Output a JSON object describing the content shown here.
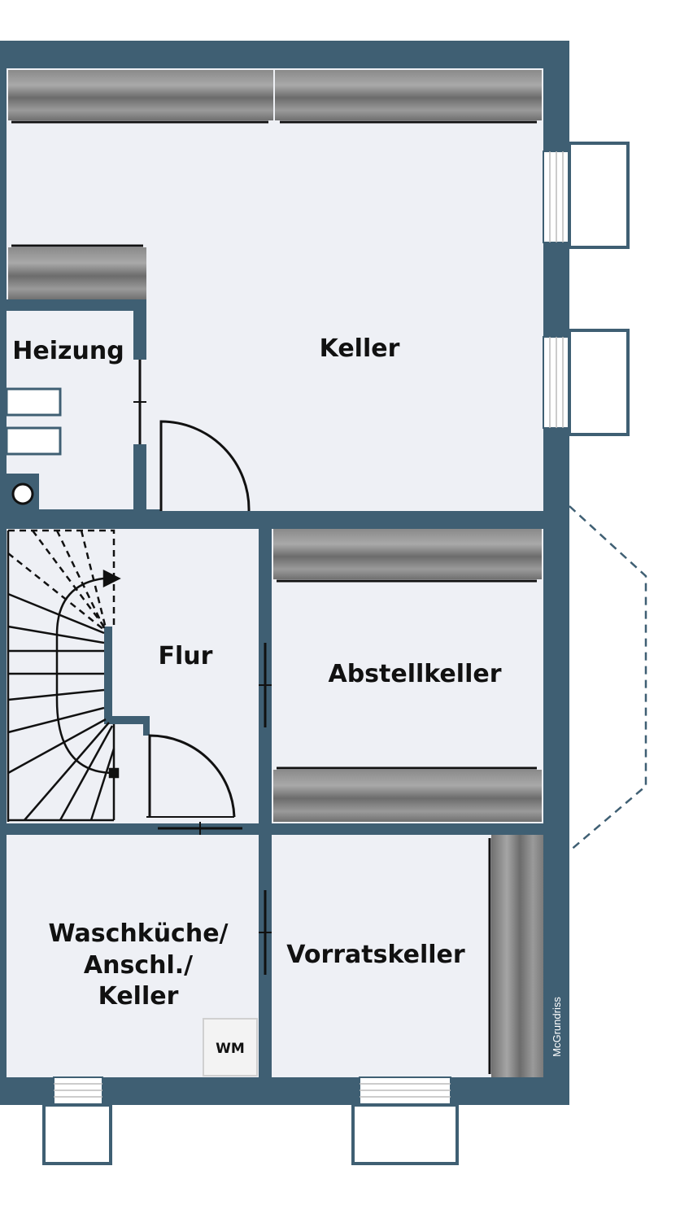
{
  "plan": {
    "rooms": {
      "keller": "Keller",
      "heizung": "Heizung",
      "flur": "Flur",
      "abstellkeller": "Abstellkeller",
      "wasch_line1": "Waschküche/",
      "wasch_line2": "Anschl./",
      "wasch_line3": "Keller",
      "vorratskeller": "Vorratskeller"
    },
    "appliance": "WM",
    "watermark": "McGrundriss"
  },
  "colors": {
    "wall": "#3f5f73",
    "floor": "#eef0f5",
    "shelf": "#7d7d7d",
    "line": "#111111"
  }
}
